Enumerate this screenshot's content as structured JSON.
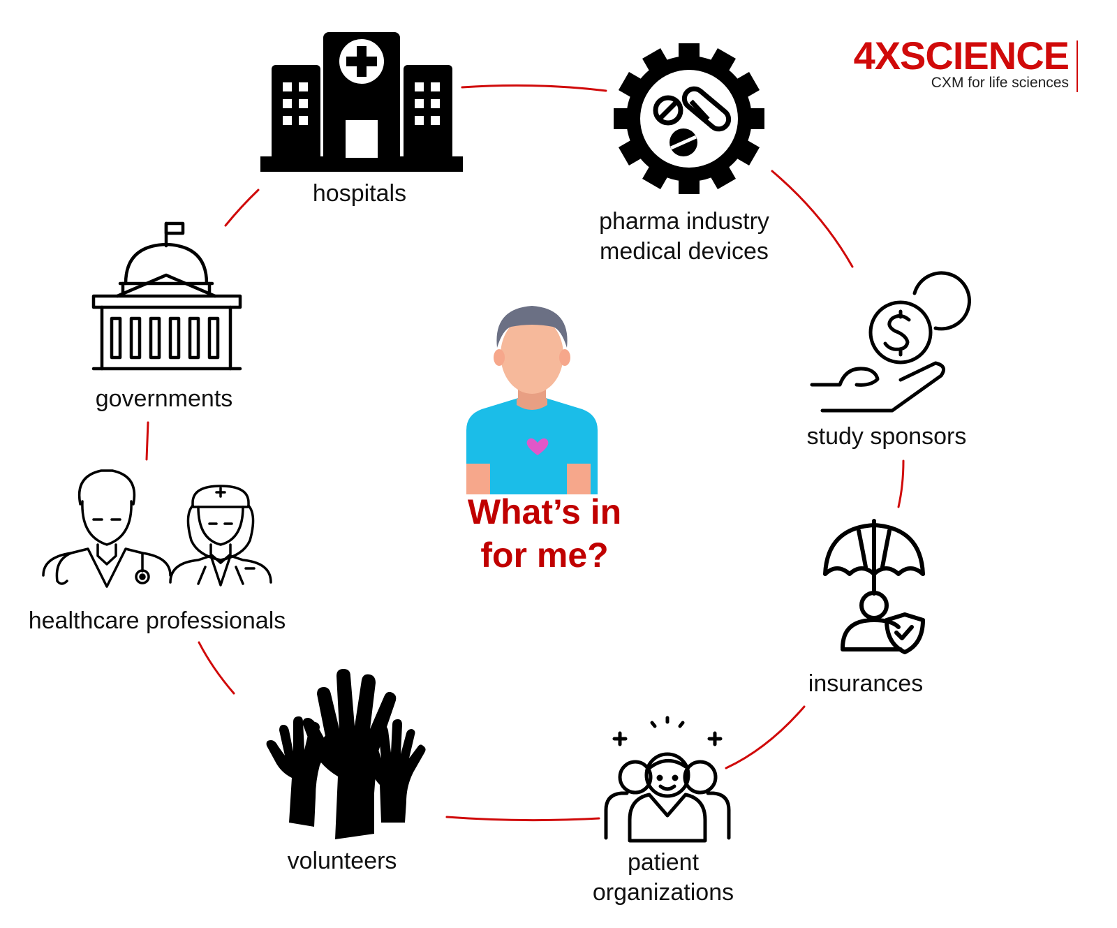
{
  "brand": {
    "name": "4XSCIENCE",
    "tagline": "CXM for life sciences",
    "color": "#d00a0a"
  },
  "center": {
    "title_line1": "What’s in",
    "title_line2": "for me?",
    "title_color": "#c00000",
    "icon": "patient-avatar-icon"
  },
  "nodes": [
    {
      "id": "hospitals",
      "icon": "hospital-icon",
      "lines": [
        "hospitals"
      ]
    },
    {
      "id": "pharma",
      "icon": "pills-gear-icon",
      "lines": [
        "pharma industry",
        "medical devices"
      ]
    },
    {
      "id": "sponsors",
      "icon": "hand-coins-icon",
      "lines": [
        "study sponsors"
      ]
    },
    {
      "id": "insurances",
      "icon": "umbrella-person-icon",
      "lines": [
        "insurances"
      ]
    },
    {
      "id": "patient-orgs",
      "icon": "patient-group-icon",
      "lines": [
        "patient",
        "organizations"
      ]
    },
    {
      "id": "volunteers",
      "icon": "raised-hands-icon",
      "lines": [
        "volunteers"
      ]
    },
    {
      "id": "hcp",
      "icon": "doctor-nurse-icon",
      "lines": [
        "healthcare professionals"
      ]
    },
    {
      "id": "governments",
      "icon": "capitol-building-icon",
      "lines": [
        "governments"
      ]
    }
  ],
  "connector_color": "#d00a0a"
}
